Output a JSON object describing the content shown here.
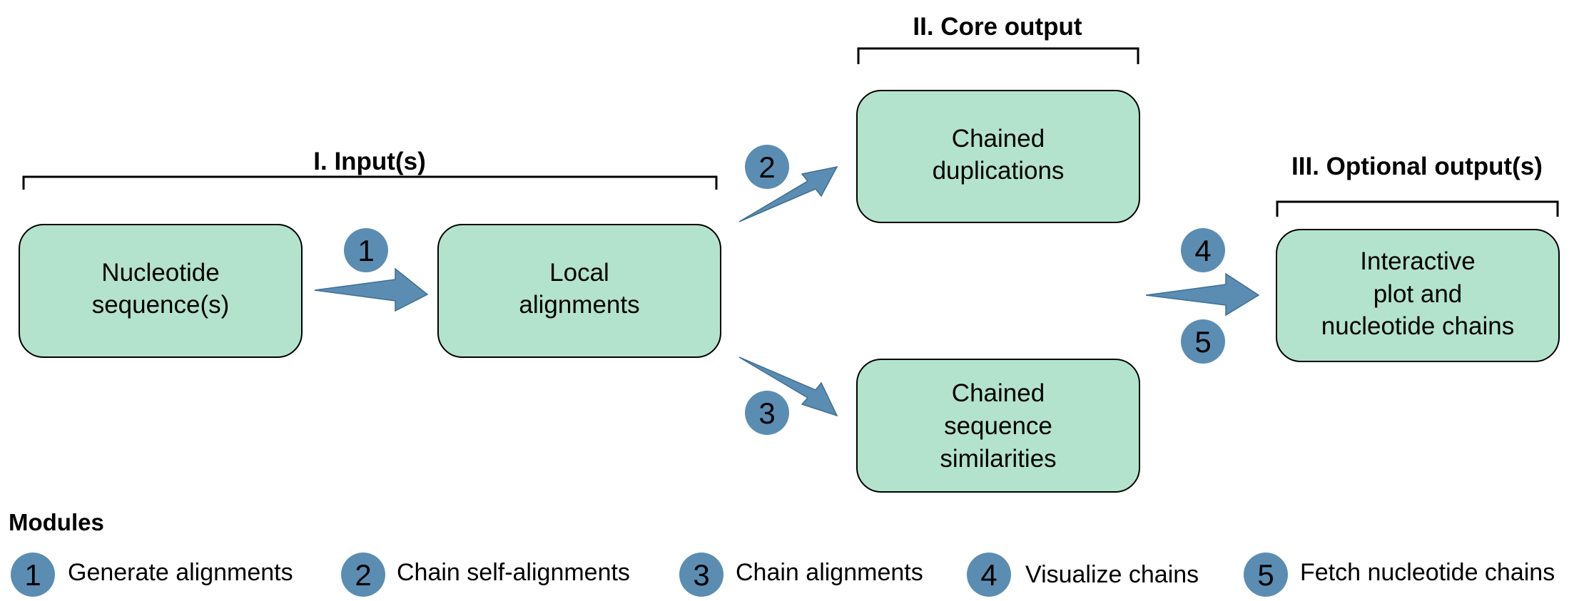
{
  "colors": {
    "box_fill": "#b3e3cc",
    "box_stroke": "#000000",
    "accent": "#5b8db3",
    "bracket": "#000000"
  },
  "brackets": {
    "input": "I. Input(s)",
    "core": "II. Core output",
    "optional": "III. Optional output(s)"
  },
  "boxes": {
    "nucleotide": [
      "Nucleotide",
      "sequence(s)"
    ],
    "local": [
      "Local",
      "alignments"
    ],
    "duplications": [
      "Chained",
      "duplications"
    ],
    "similarities": [
      "Chained",
      "sequence",
      "similarities"
    ],
    "interactive": [
      "Interactive",
      "plot and",
      "nucleotide chains"
    ]
  },
  "badges": [
    "1",
    "2",
    "3",
    "4",
    "5"
  ],
  "legend": {
    "title": "Modules",
    "items": [
      {
        "number": "1",
        "label": "Generate alignments"
      },
      {
        "number": "2",
        "label": "Chain self-alignments"
      },
      {
        "number": "3",
        "label": "Chain alignments"
      },
      {
        "number": "4",
        "label": "Visualize chains"
      },
      {
        "number": "5",
        "label": "Fetch nucleotide chains"
      }
    ]
  }
}
